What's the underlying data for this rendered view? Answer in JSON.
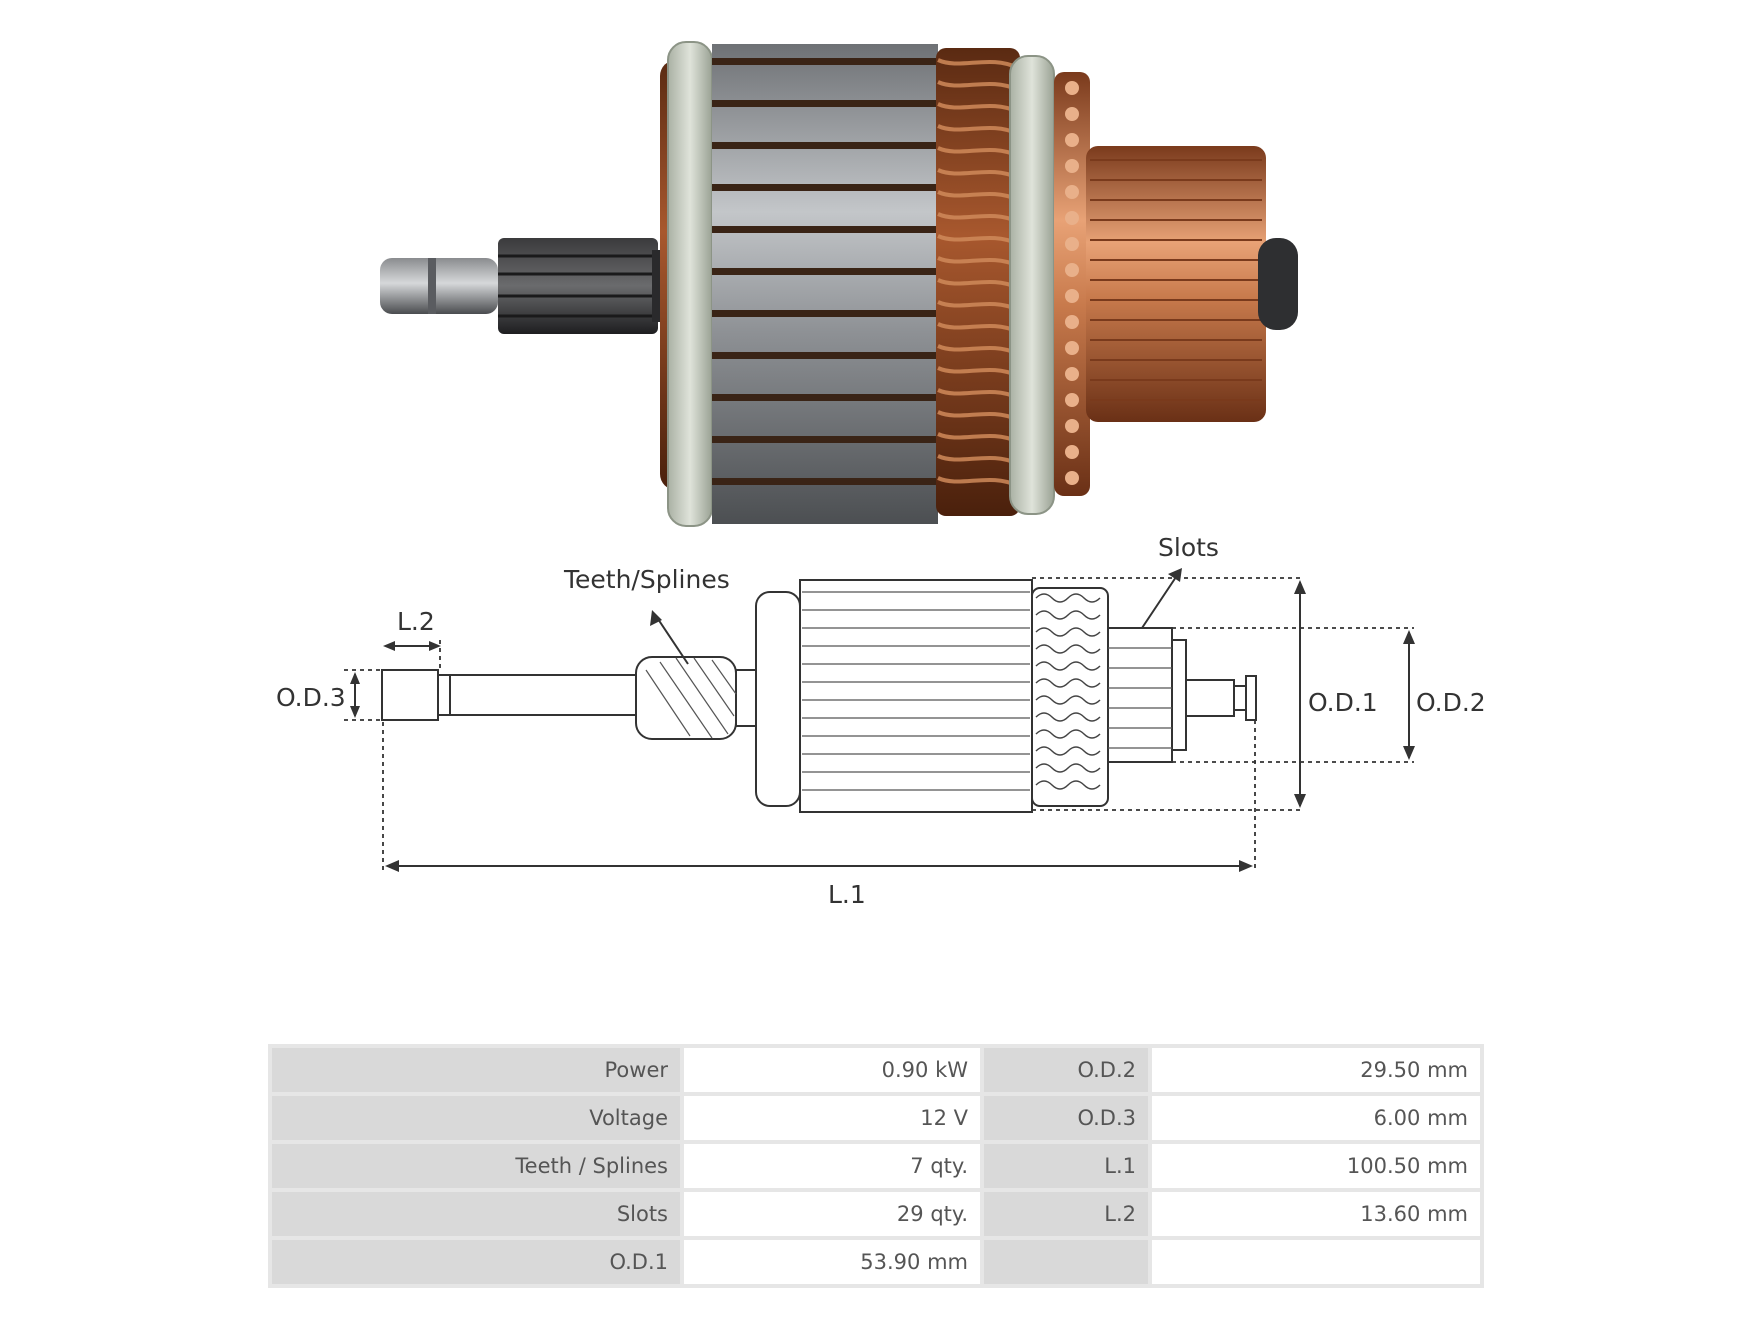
{
  "drawing": {
    "labels": {
      "teeth_splines": "Teeth/Splines",
      "slots": "Slots",
      "l2": "L.2",
      "od3": "O.D.3",
      "od1": "O.D.1",
      "od2": "O.D.2",
      "l1": "L.1"
    }
  },
  "specs": {
    "rows": [
      {
        "label1": "Power",
        "value1": "0.90 kW",
        "label2": "O.D.2",
        "value2": "29.50 mm"
      },
      {
        "label1": "Voltage",
        "value1": "12 V",
        "label2": "O.D.3",
        "value2": "6.00 mm"
      },
      {
        "label1": "Teeth / Splines",
        "value1": "7 qty.",
        "label2": "L.1",
        "value2": "100.50 mm"
      },
      {
        "label1": "Slots",
        "value1": "29 qty.",
        "label2": "L.2",
        "value2": "13.60 mm"
      },
      {
        "label1": "O.D.1",
        "value1": "53.90 mm",
        "label2": "",
        "value2": ""
      }
    ]
  },
  "colors": {
    "copper": "#b8663a",
    "steel": "#9a9ea3",
    "insulator": "#c9cfc1",
    "table_header": "#d9d9d9",
    "table_border": "#e6e6e6"
  }
}
